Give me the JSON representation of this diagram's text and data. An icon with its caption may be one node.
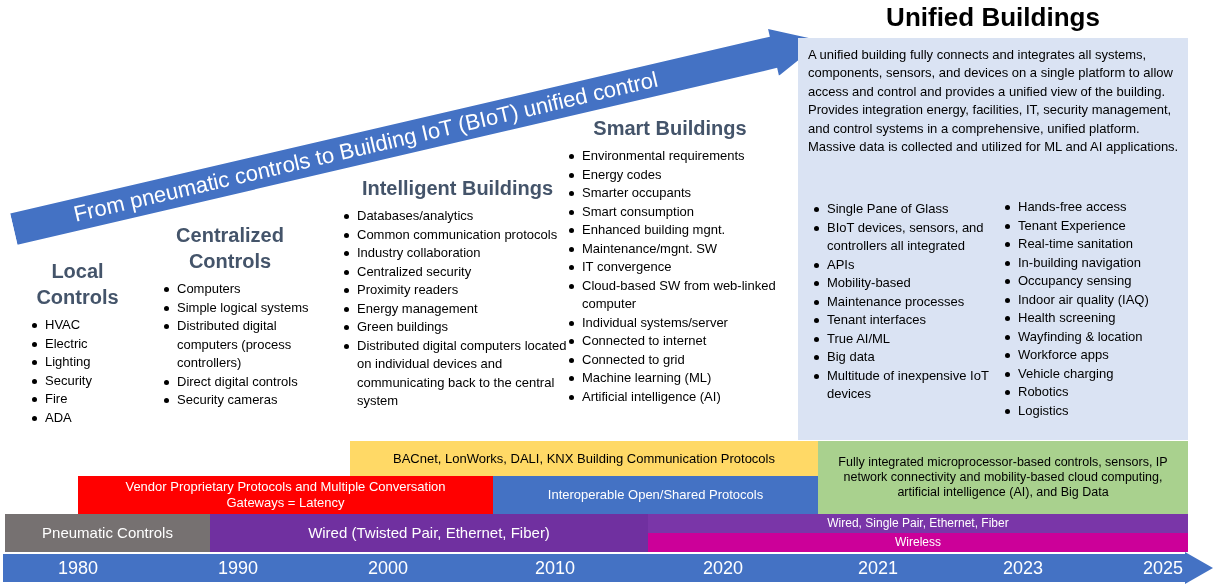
{
  "diagram": {
    "nodes": [
      {
        "text": [
          "From pneumatic controls to Building IoT (BIoT) unified control"
        ]
      },
      {
        "text": [
          "Unified Buildings",
          "A unified building fully connects and integrates all systems, components, sensors, and devices on a single platform to allow access and control and provides a unified view of the building. Provides integration energy, facilities, IT, security management, and control systems in a comprehensive, unified platform. Massive data is collected and utilized for ML and AI applications.",
          "Single Pane of Glass",
          "BIoT devices, sensors, and controllers all integrated",
          "APIs",
          "Mobility-based",
          "Maintenance processes",
          "Tenant interfaces",
          "True AI/ML",
          "Big data",
          "Multitude of inexpensive IoT devices",
          "Hands-free access",
          "Tenant Experience",
          "Real-time sanitation",
          "In-building navigation",
          "Occupancy sensing",
          "Indoor air quality (IAQ)",
          "Health screening",
          "Wayfinding & location",
          "Workforce apps",
          "Vehicle charging",
          "Robotics",
          "Logistics"
        ]
      },
      {
        "text": [
          "BACnet, LonWorks, DALI, KNX Building Communication Protocols"
        ]
      },
      {
        "text": [
          "Fully integrated microprocessor-based controls, sensors, IP network connectivity and mobility-based cloud computing, artificial intelligence (AI), and Big Data"
        ]
      },
      {
        "text": [
          "Vendor Proprietary Protocols and Multiple Conversation Gateways = Latency"
        ]
      },
      {
        "text": [
          "Interoperable Open/Shared Protocols"
        ]
      },
      {
        "text": [
          "Pneumatic Controls"
        ]
      },
      {
        "text": [
          "Wired (Twisted Pair, Ethernet, Fiber)"
        ]
      },
      {
        "text": [
          "Wired, Single Pair, Ethernet, Fiber"
        ]
      },
      {
        "text": [
          "Wireless"
        ]
      },
      {
        "text": [
          "1980",
          "1990",
          "2000",
          "2010",
          "2020",
          "2021",
          "2023",
          "2025"
        ]
      }
    ],
    "labels": [
      "Local Controls",
      "HVAC",
      "Electric",
      "Lighting",
      "Security",
      "Fire",
      "ADA",
      "Centralized Controls",
      "Computers",
      "Simple logical systems",
      "Distributed digital computers (process controllers)",
      "Direct digital controls",
      "Security cameras",
      "Intelligent Buildings",
      "Databases/analytics",
      "Common communication protocols",
      "Industry collaboration",
      "Centralized security",
      "Proximity readers",
      "Energy management",
      "Green buildings",
      "Distributed digital computers located on individual devices and communicating back to the central system",
      "Smart Buildings",
      "Environmental requirements",
      "Energy codes",
      "Smarter occupants",
      "Smart consumption",
      "Enhanced building mgnt.",
      "Maintenance/mgnt. SW",
      "IT convergence",
      "Cloud-based SW from web-linked computer",
      "Individual systems/server",
      "Connected to internet",
      "Connected to grid",
      "Machine learning (ML)",
      "Artificial intelligence (AI)"
    ]
  }
}
